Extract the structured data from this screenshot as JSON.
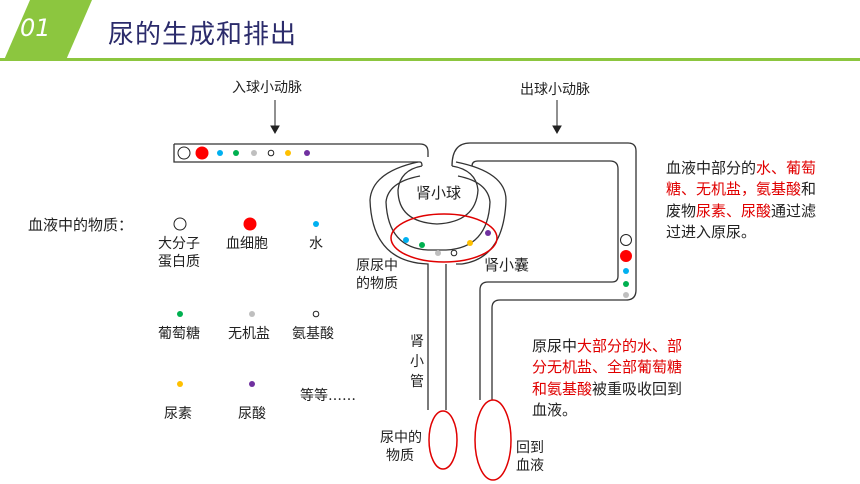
{
  "header": {
    "number": "01",
    "title": "尿的生成和排出"
  },
  "labels": {
    "afferent": "入球小动脉",
    "efferent": "出球小动脉",
    "glomerulus": "肾小球",
    "capsule": "肾小囊",
    "filtrate": [
      "原尿中",
      "的物质"
    ],
    "tubule": [
      "肾",
      "小",
      "管"
    ],
    "urine": [
      "尿中的",
      "物质"
    ],
    "return_blood": [
      "回到",
      "血液"
    ]
  },
  "legend": {
    "title": "血液中的物质：",
    "items": [
      {
        "lines": [
          "大分子",
          "蛋白质"
        ],
        "color": "#ffffff",
        "marker": "large-circle"
      },
      {
        "lines": [
          "血细胞"
        ],
        "color": "#ff0000",
        "marker": "red-dot"
      },
      {
        "lines": [
          "水"
        ],
        "color": "#00b0f0",
        "marker": "dot"
      },
      {
        "lines": [
          "葡萄糖"
        ],
        "color": "#00b050",
        "marker": "dot"
      },
      {
        "lines": [
          "无机盐"
        ],
        "color": "#bfbfbf",
        "marker": "dot"
      },
      {
        "lines": [
          "氨基酸"
        ],
        "color": "#ffffff",
        "marker": "small-circle"
      },
      {
        "lines": [
          "尿素"
        ],
        "color": "#ffc000",
        "marker": "dot"
      },
      {
        "lines": [
          "尿酸"
        ],
        "color": "#7030a0",
        "marker": "dot"
      }
    ],
    "etc": "等等……"
  },
  "notes": {
    "filtration": [
      {
        "text": "血液中部分的",
        "red": false
      },
      {
        "text": "水、葡萄糖、无机盐，氨基酸",
        "red": true
      },
      {
        "text": "和废物",
        "red": false
      },
      {
        "text": "尿素、尿酸",
        "red": true
      },
      {
        "text": "通过滤过进入原尿。",
        "red": false
      }
    ],
    "reabsorption": [
      {
        "text": "原尿中",
        "red": false
      },
      {
        "text": "大部分的水、部分无机盐、全部葡萄糖和氨基酸",
        "red": true
      },
      {
        "text": "被重吸收回到血液。",
        "red": false
      }
    ]
  },
  "colors": {
    "accent_green": "#8cc63f",
    "title_color": "#2b2b6b",
    "highlight_red": "#e00000",
    "blood_cell": "#ff0000",
    "water": "#00b0f0",
    "glucose": "#00b050",
    "salt": "#bfbfbf",
    "urea": "#ffc000",
    "uric_acid": "#7030a0"
  }
}
